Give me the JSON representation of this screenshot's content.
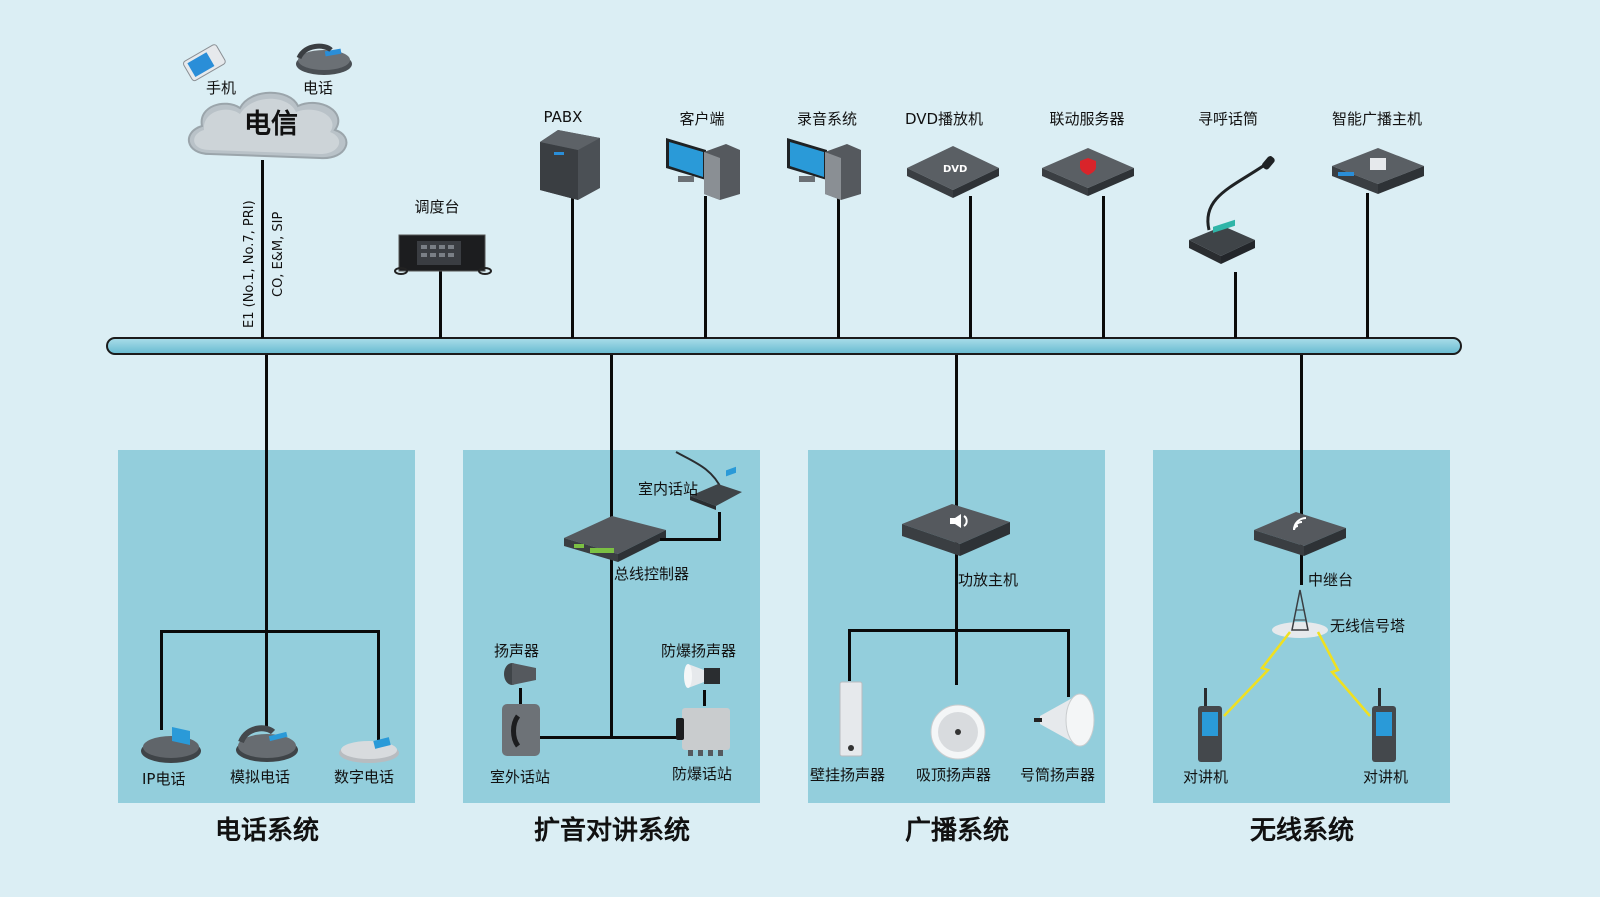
{
  "diagram": {
    "cloud": {
      "label": "电信",
      "mobile_label": "手机",
      "phone_label": "电话"
    },
    "trunk_labels": {
      "line1": "E1 (No.1, No.7, PRI)",
      "line2": "CO, E&M, SIP"
    },
    "top_devices": [
      {
        "id": "dispatch",
        "label": "调度台"
      },
      {
        "id": "pabx",
        "label": "PABX"
      },
      {
        "id": "client",
        "label": "客户端"
      },
      {
        "id": "recording",
        "label": "录音系统"
      },
      {
        "id": "dvd",
        "label": "DVD播放机"
      },
      {
        "id": "linkage",
        "label": "联动服务器"
      },
      {
        "id": "paging-mic",
        "label": "寻呼话筒"
      },
      {
        "id": "broadcast-host",
        "label": "智能广播主机"
      }
    ],
    "systems": [
      {
        "title": "电话系统",
        "devices": [
          {
            "label": "IP电话"
          },
          {
            "label": "模拟电话"
          },
          {
            "label": "数字电话"
          }
        ]
      },
      {
        "title": "扩音对讲系统",
        "devices": [
          {
            "label": "总线控制器"
          },
          {
            "label": "室内话站"
          },
          {
            "label": "扬声器"
          },
          {
            "label": "防爆扬声器"
          },
          {
            "label": "室外话站"
          },
          {
            "label": "防爆话站"
          }
        ]
      },
      {
        "title": "广播系统",
        "devices": [
          {
            "label": "功放主机"
          },
          {
            "label": "壁挂扬声器"
          },
          {
            "label": "吸顶扬声器"
          },
          {
            "label": "号筒扬声器"
          }
        ]
      },
      {
        "title": "无线系统",
        "devices": [
          {
            "label": "中继台"
          },
          {
            "label": "无线信号塔"
          },
          {
            "label": "对讲机"
          },
          {
            "label": "对讲机"
          }
        ]
      }
    ],
    "colors": {
      "background": "#dbeef4",
      "panel": "#93cedc",
      "bus": "#6bbdd2",
      "wire": "#0a0a0a"
    }
  }
}
